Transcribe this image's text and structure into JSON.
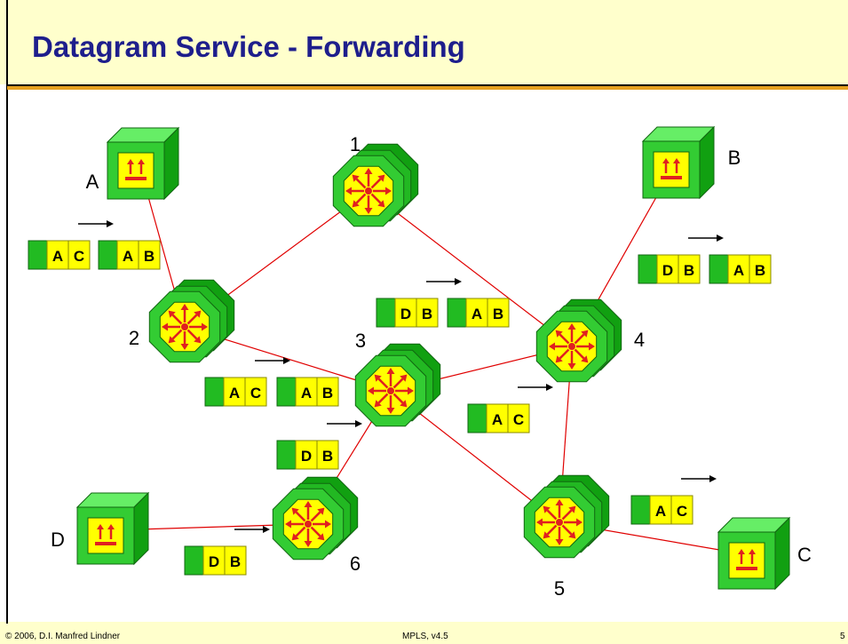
{
  "slide": {
    "title": "Datagram Service - Forwarding",
    "footer_left": "© 2006, D.I. Manfred Lindner",
    "footer_center": "MPLS, v4.5",
    "footer_right": "5"
  },
  "colors": {
    "header_bg": "#ffffcc",
    "title_text": "#1e1e8c",
    "node_green": "#33cc33",
    "node_yellow": "#ffff00",
    "router_symbol": "#e02020",
    "link_red": "#e00000",
    "packet_green": "#22bb22",
    "packet_yellow": "#ffff00"
  },
  "hosts": [
    {
      "label": "A",
      "icon": "host-icon"
    },
    {
      "label": "B",
      "icon": "host-icon"
    },
    {
      "label": "C",
      "icon": "host-icon"
    },
    {
      "label": "D",
      "icon": "host-icon"
    }
  ],
  "routers": [
    {
      "label": "1",
      "icon": "router-icon"
    },
    {
      "label": "2",
      "icon": "router-icon"
    },
    {
      "label": "3",
      "icon": "router-icon"
    },
    {
      "label": "4",
      "icon": "router-icon"
    },
    {
      "label": "5",
      "icon": "router-icon"
    },
    {
      "label": "6",
      "icon": "router-icon"
    }
  ],
  "links": [
    [
      "A",
      "2"
    ],
    [
      "2",
      "1"
    ],
    [
      "1",
      "4"
    ],
    [
      "2",
      "3"
    ],
    [
      "3",
      "4"
    ],
    [
      "B",
      "4"
    ],
    [
      "3",
      "6"
    ],
    [
      "D",
      "6"
    ],
    [
      "3",
      "5"
    ],
    [
      "4",
      "5"
    ],
    [
      "5",
      "C"
    ]
  ],
  "packets": [
    {
      "src": "A",
      "dst": "C"
    },
    {
      "src": "A",
      "dst": "B"
    },
    {
      "src": "D",
      "dst": "B"
    },
    {
      "src": "A",
      "dst": "B"
    },
    {
      "src": "D",
      "dst": "B"
    },
    {
      "src": "A",
      "dst": "B"
    },
    {
      "src": "A",
      "dst": "C"
    },
    {
      "src": "A",
      "dst": "B"
    },
    {
      "src": "A",
      "dst": "C"
    },
    {
      "src": "D",
      "dst": "B"
    },
    {
      "src": "D",
      "dst": "B"
    },
    {
      "src": "A",
      "dst": "C"
    }
  ]
}
